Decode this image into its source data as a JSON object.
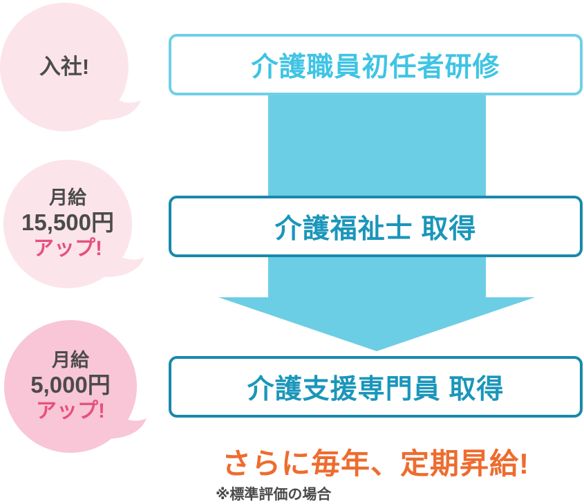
{
  "diagram_title": "career-step-flow",
  "bubbles": [
    {
      "name": "joining",
      "line1": "入社!"
    },
    {
      "name": "raise-15500",
      "line1": "月給",
      "line2": "15,500円",
      "line3": "アップ!"
    },
    {
      "name": "raise-5000",
      "line1": "月給",
      "line2": "5,000円",
      "line3": "アップ!"
    }
  ],
  "steps": [
    {
      "label": "介護職員初任者研修"
    },
    {
      "label": "介護福祉士 取得"
    },
    {
      "label": "介護支援専門員 取得"
    }
  ],
  "footer": {
    "highlight": "さらに毎年、定期昇給!",
    "note": "※標準評価の場合"
  },
  "colors": {
    "step1_border": "#6FD0E6",
    "step1_text": "#3FC4E4",
    "step_border": "#1889AA",
    "step_text": "#1A96BA",
    "arrow_fill": "#6CCEE4",
    "bubble_light_pink": "#FCE4EB",
    "bubble_deep_pink": "#F8C6D6",
    "accent_pink": "#E5517E",
    "text_dark": "#4B4B4B",
    "highlight_orange": "#ED6C2F"
  }
}
